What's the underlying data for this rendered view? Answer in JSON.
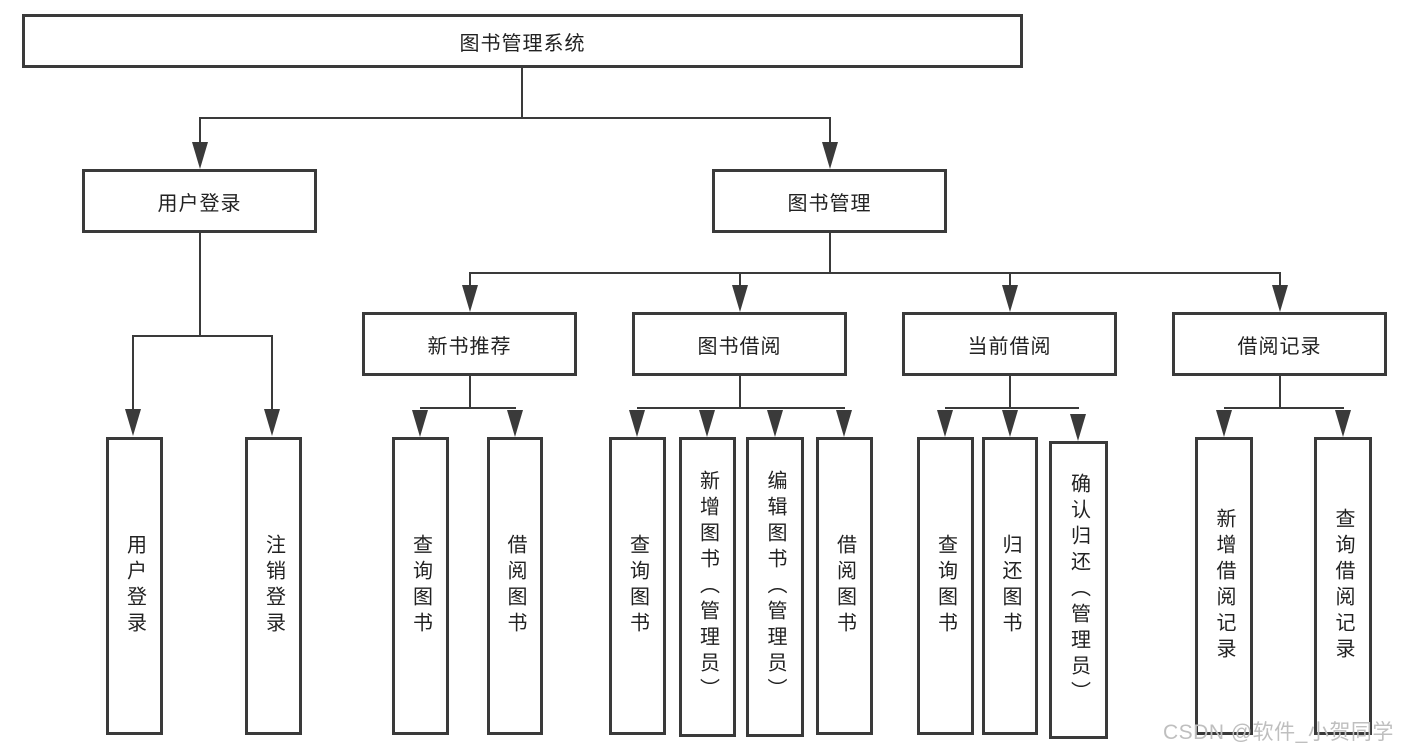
{
  "tree": {
    "root": {
      "label": "图书管理系统"
    },
    "level2": [
      {
        "label": "用户登录",
        "children": [
          {
            "label": "用户登录"
          },
          {
            "label": "注销登录"
          }
        ]
      },
      {
        "label": "图书管理",
        "children": [
          {
            "label": "新书推荐",
            "children": [
              {
                "label": "查询图书"
              },
              {
                "label": "借阅图书"
              }
            ]
          },
          {
            "label": "图书借阅",
            "children": [
              {
                "label": "查询图书"
              },
              {
                "label": "新增图书（管理员）"
              },
              {
                "label": "编辑图书（管理员）"
              },
              {
                "label": "借阅图书"
              }
            ]
          },
          {
            "label": "当前借阅",
            "children": [
              {
                "label": "查询图书"
              },
              {
                "label": "归还图书"
              },
              {
                "label": "确认归还（管理员）"
              }
            ]
          },
          {
            "label": "借阅记录",
            "children": [
              {
                "label": "新增借阅记录"
              },
              {
                "label": "查询借阅记录"
              }
            ]
          }
        ]
      }
    ]
  },
  "watermark": {
    "text": "CSDN @软件_小贺同学"
  },
  "colors": {
    "line": "#3a3a3a",
    "box_border": "#3a3a3a",
    "text": "#222222",
    "watermark": "#bfbfbf",
    "background": "#ffffff"
  }
}
